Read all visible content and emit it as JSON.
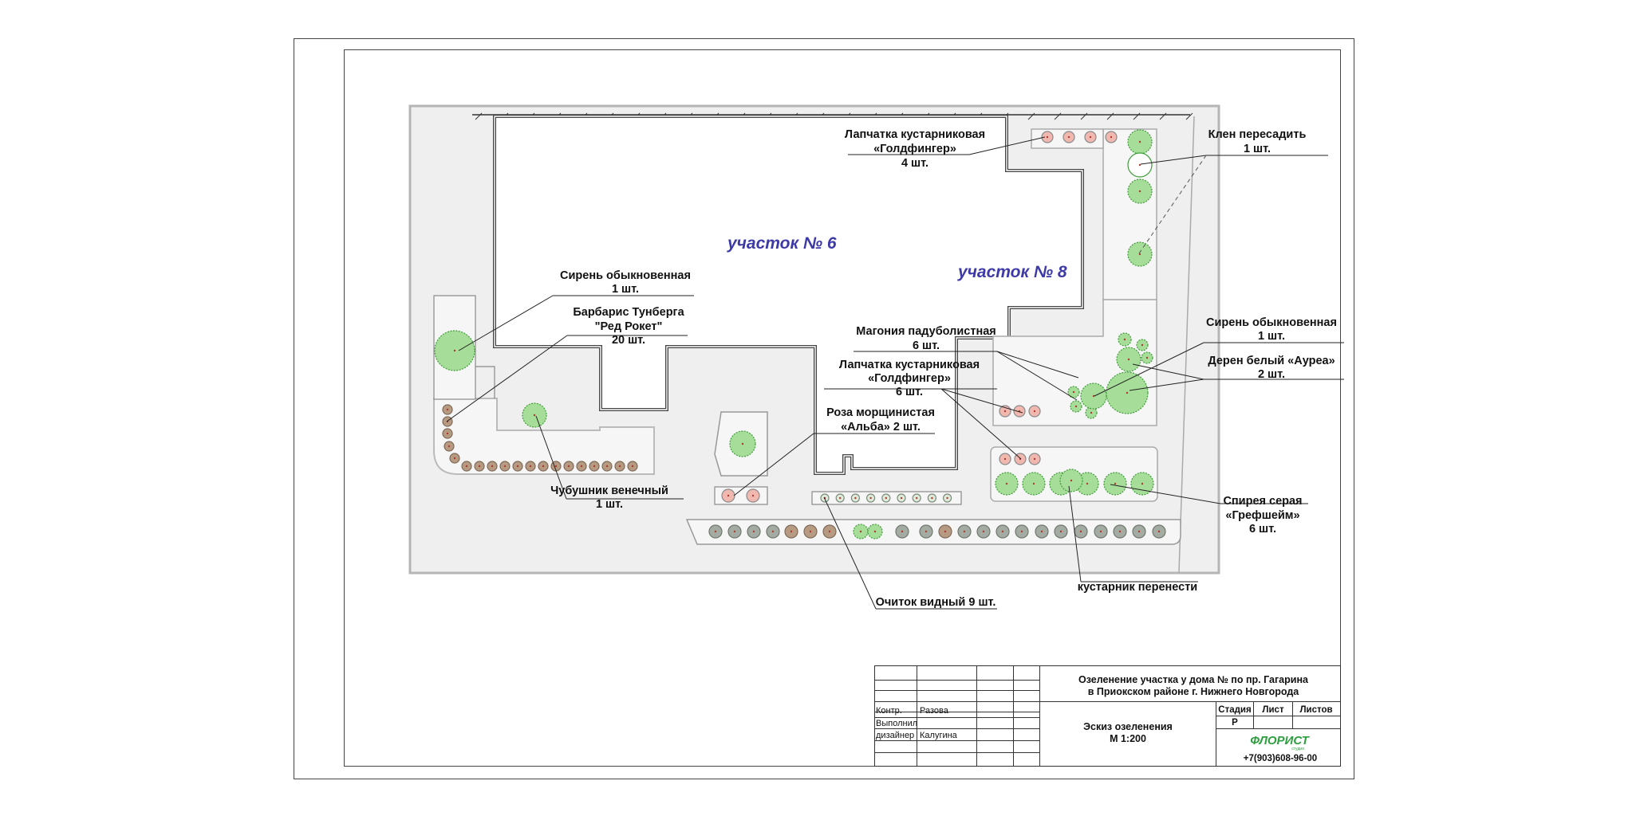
{
  "plots": {
    "plot6": "участок № 6",
    "plot8": "участок №  8"
  },
  "labels": {
    "lapchatka_top": [
      "Лапчатка кустарниковая",
      "«Голдфингер»",
      "4 шт."
    ],
    "klen": [
      "Клен пересадить",
      "1 шт."
    ],
    "siren_left": [
      "Сирень обыкновенная",
      "1 шт."
    ],
    "barbaris": [
      "Барбарис Тунберга",
      "\"Ред Рокет\"",
      "20 шт."
    ],
    "magonia": [
      "Магония падуболистная",
      "6 шт."
    ],
    "siren_right": [
      "Сирень обыкновенная",
      "1 шт."
    ],
    "deren": [
      "Дерен белый «Ауреа»",
      "2 шт."
    ],
    "lapchatka_mid": [
      "Лапчатка кустарниковая",
      "«Голдфингер»",
      "6 шт."
    ],
    "roza": [
      "Роза морщинистая",
      "«Альба» 2 шт."
    ],
    "chubushnik": [
      "Чубушник венечный",
      "1 шт."
    ],
    "spireya": [
      "Спирея серая",
      "«Грефшейм»",
      "6 шт."
    ],
    "kustarnik": [
      "кустарник перенести"
    ],
    "ochitok": [
      "Очиток видный 9 шт."
    ]
  },
  "title_block": {
    "project_line1": "Озеленение участка у дома №    по пр. Гагарина",
    "project_line2": "в Приокском районе г. Нижнего Новгорода",
    "rows": [
      {
        "role": "Контр.",
        "name": "Разова"
      },
      {
        "role": "Выполнил",
        "name": ""
      },
      {
        "role": "дизайнер",
        "name": "Калугина"
      }
    ],
    "sheet_title": "Эскиз озеленения",
    "scale": "М 1:200",
    "stage_header": "Стадия",
    "sheet_header": "Лист",
    "sheets_header": "Листов",
    "stage_value": "Р",
    "logo_text": "ФЛОРИСТ",
    "logo_sub": "студия",
    "phone": "+7(903)608-96-00"
  },
  "colors": {
    "ground": "#efefef",
    "tree_fill": "#a6dd98",
    "tree_stroke": "#3f9d3a",
    "pink_fill": "#f1b8b0",
    "grey_shrub": "#a3aba2",
    "brown_shrub": "#b79a82",
    "logo_green": "#2e9e3f"
  }
}
